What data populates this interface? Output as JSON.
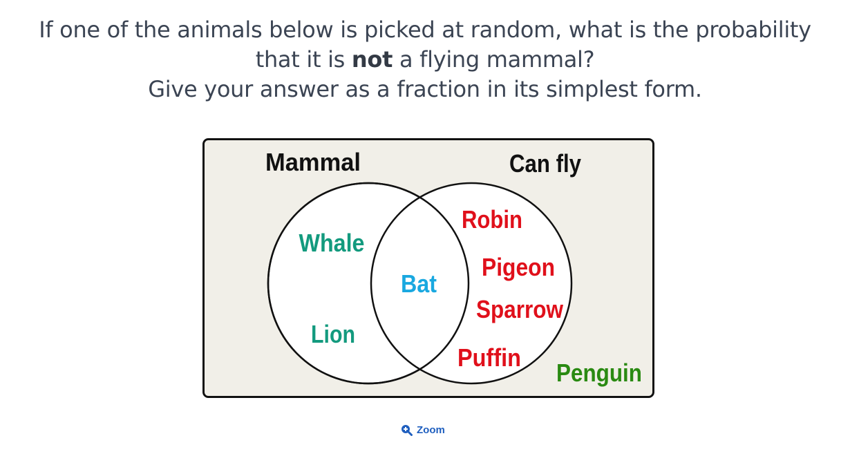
{
  "question": {
    "line1": "If one of the animals below is picked at random, what is the probability",
    "line2_before": "that it is ",
    "line2_bold": "not",
    "line2_after": " a flying mammal?",
    "line3": "Give your answer as a fraction in its simplest form."
  },
  "venn": {
    "left_set_label": "Mammal",
    "right_set_label": "Can fly",
    "left_only": [
      "Whale",
      "Lion"
    ],
    "intersection": [
      "Bat"
    ],
    "right_only": [
      "Robin",
      "Pigeon",
      "Sparrow",
      "Puffin"
    ],
    "outside": [
      "Penguin"
    ],
    "colors": {
      "left_only": "#139a7e",
      "intersection": "#19a8e0",
      "right_only": "#e0101b",
      "outside": "#2a8a12",
      "labels": "#111111",
      "frame_bg": "#f1efe8"
    }
  },
  "zoom": {
    "label": "Zoom",
    "icon": "zoom-in-icon"
  }
}
